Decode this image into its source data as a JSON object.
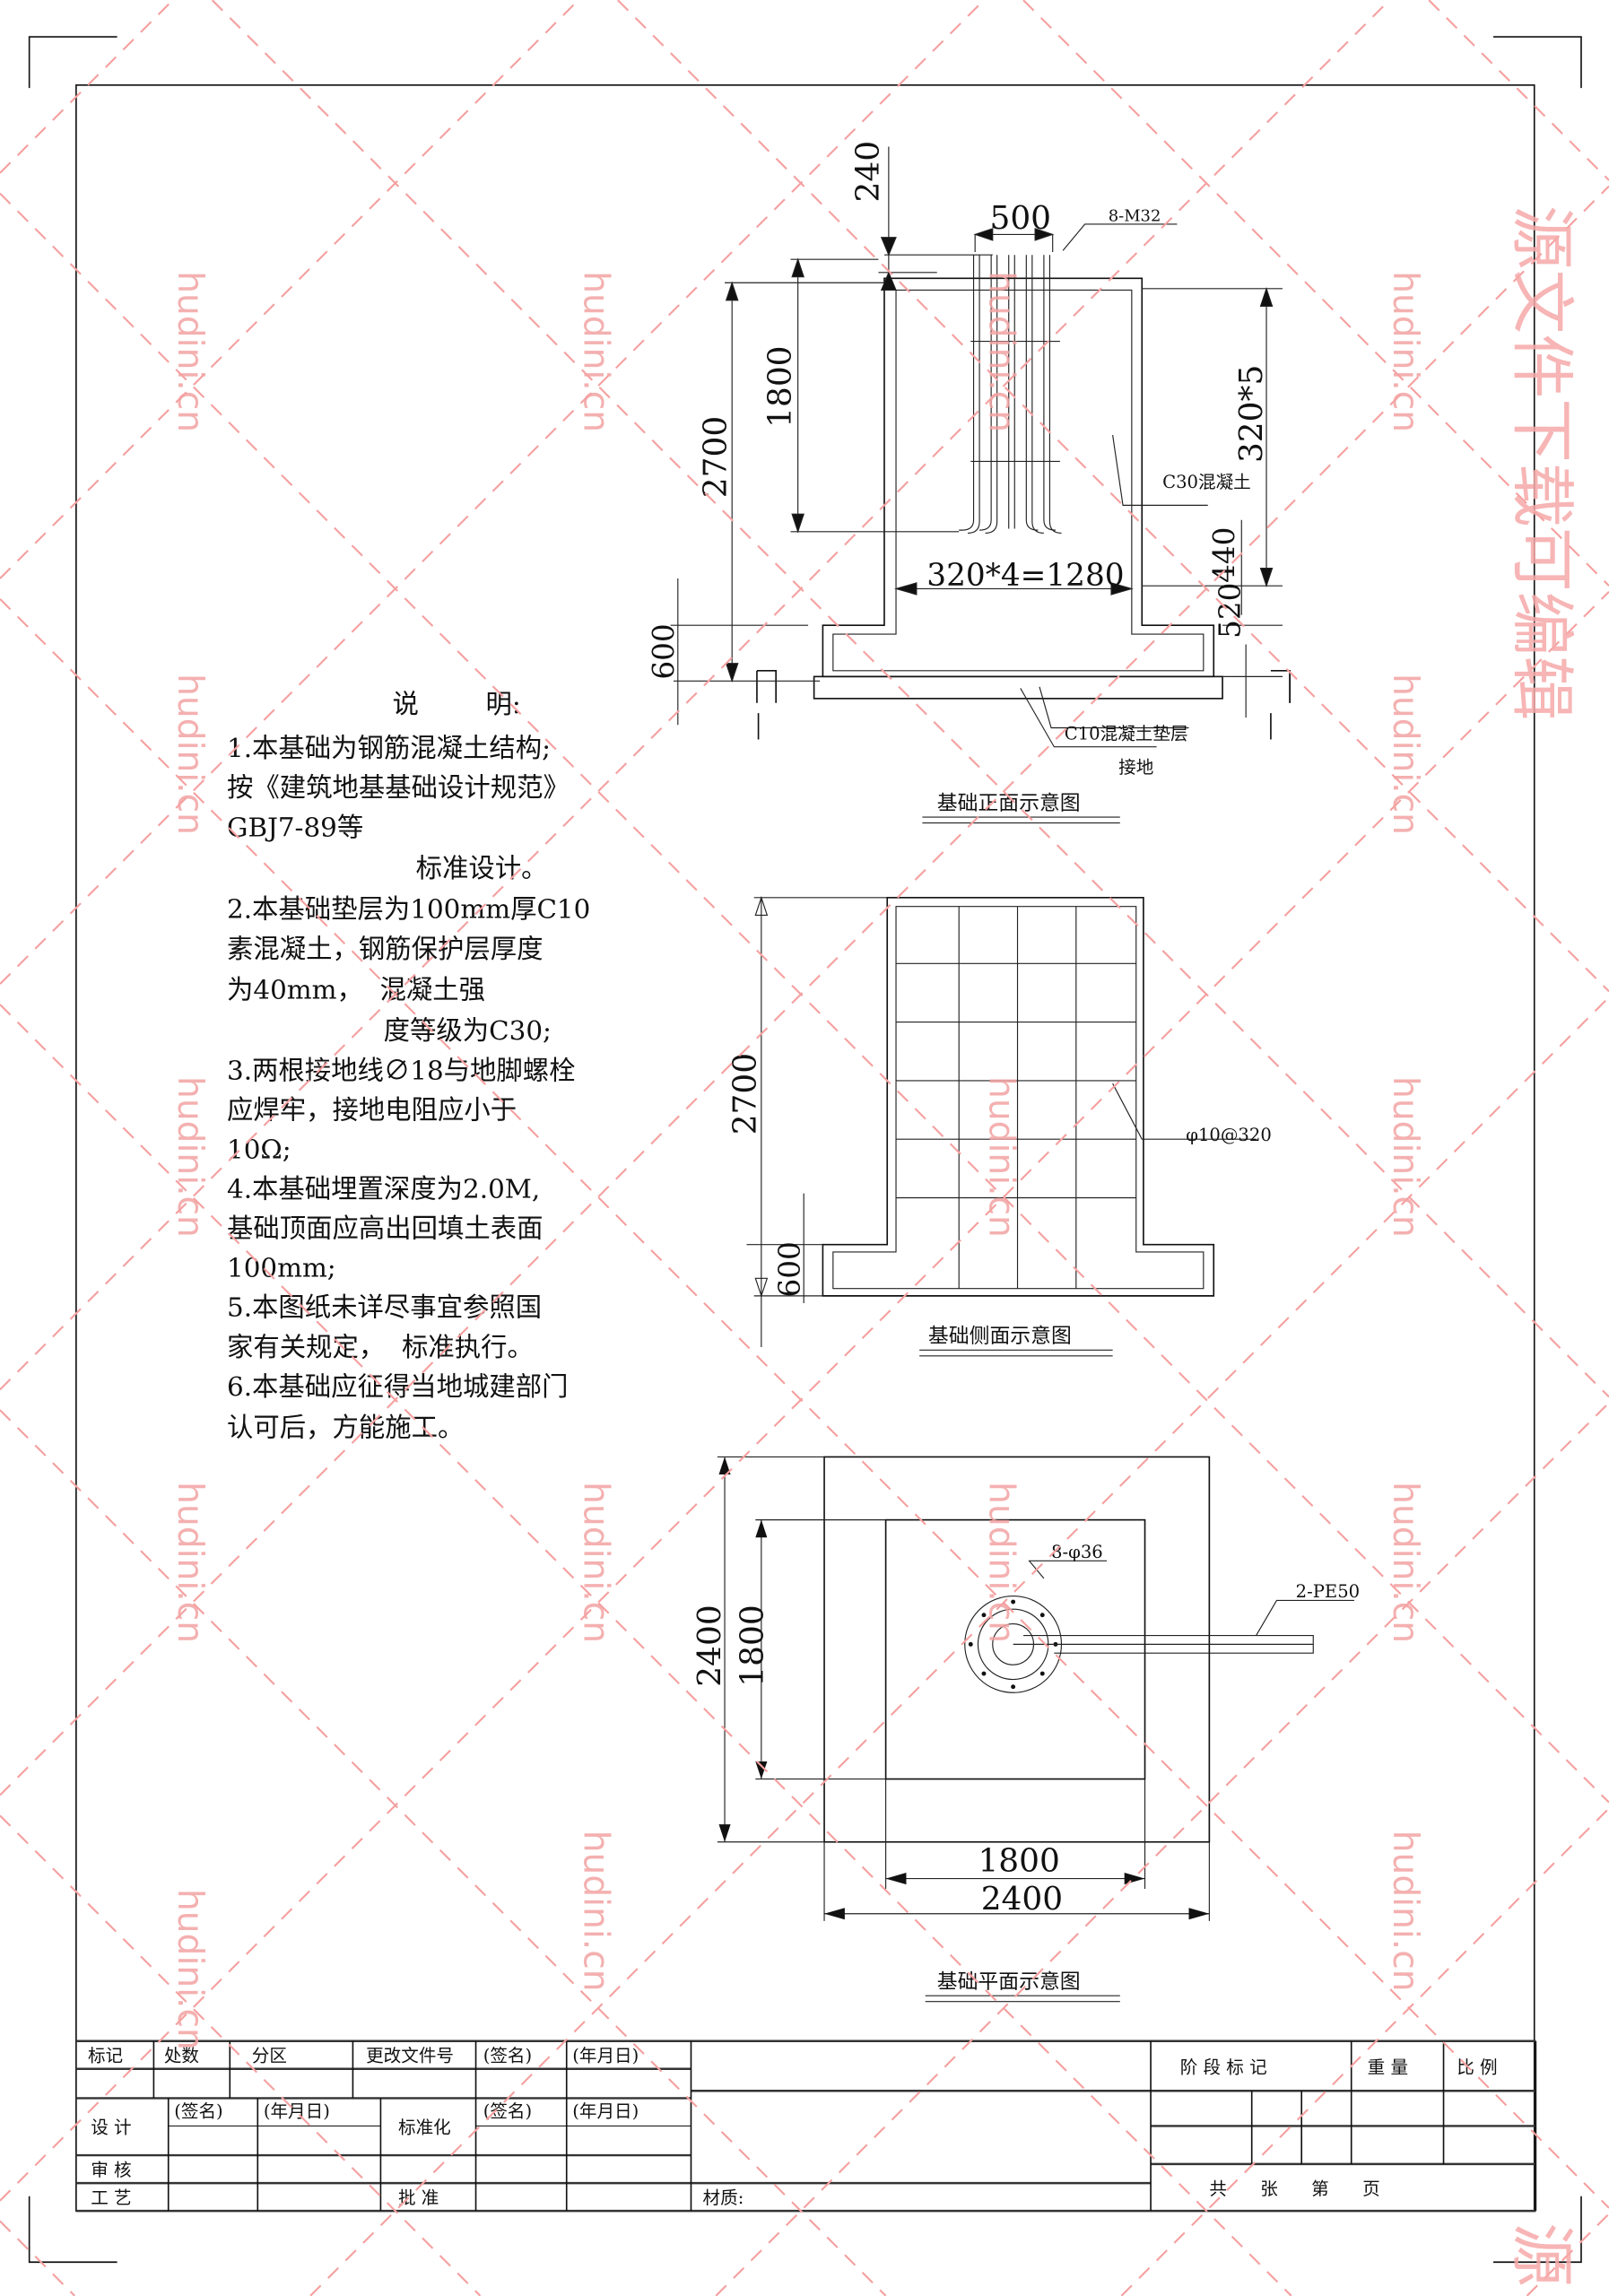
{
  "notes": {
    "heading": "说        明:",
    "lines": [
      "1.本基础为钢筋混凝土结构;",
      "按《建筑地基基础设计规范》",
      "GBJ7-89等",
      "标准设计。",
      "2.本基础垫层为100mm厚C10",
      "素混凝土，钢筋保护层厚度",
      "为40mm，  混凝土强",
      "度等级为C30;",
      "3.两根接地线∅18与地脚螺栓",
      "应焊牢，接地电阻应小于",
      "10Ω;",
      "4.本基础埋置深度为2.0M,",
      "基础顶面应高出回填土表面",
      "100mm;",
      "5.本图纸未详尽事宜参照国",
      "家有关规定，  标准执行。",
      "6.本基础应征得当地城建部门",
      "认可后，方能施工。"
    ]
  },
  "front_view": {
    "title": "基础正面示意图",
    "dims": {
      "d240": "240",
      "d500": "500",
      "d1800": "1800",
      "d2700": "2700",
      "d320x5": "320*5",
      "d440": "440",
      "d520": "520",
      "d1280": "320*4=1280",
      "d600": "600"
    },
    "labels": {
      "bolts": "8-M32",
      "concrete": "C30混凝土",
      "cushion": "C10混凝土垫层",
      "ground": "接地"
    }
  },
  "side_view": {
    "title": "基础侧面示意图",
    "dims": {
      "d2700": "2700",
      "d600": "600"
    },
    "labels": {
      "rebar": "φ10@320"
    }
  },
  "plan_view": {
    "title": "基础平面示意图",
    "dims": {
      "v2400": "2400",
      "v1800": "1800",
      "h1800": "1800",
      "h2400": "2400"
    },
    "labels": {
      "holes": "8-φ36",
      "pipe": "2-PE50"
    }
  },
  "title_block": {
    "header": [
      "标记",
      "处数",
      "分区",
      "更改文件号",
      "(签名)",
      "(年月日)"
    ],
    "design": "设 计",
    "sign1": "(签名)",
    "date1": "(年月日)",
    "standardize": "标准化",
    "sign2": "(签名)",
    "date2": "(年月日)",
    "review": "审 核",
    "process": "工 艺",
    "approve": "批 准",
    "material": "材质:",
    "stage": "阶 段 标 记",
    "weight": "重 量",
    "scale": "比 例",
    "sheets": "共      张      第      页"
  },
  "watermark": {
    "site": "hudini.cn",
    "banner": "源文件下载可编辑",
    "corner": "源"
  }
}
